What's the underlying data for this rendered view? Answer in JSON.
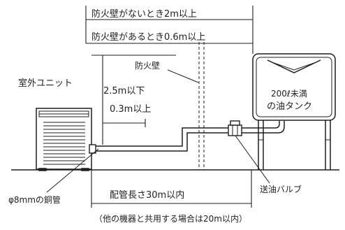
{
  "labels": {
    "firewall_absent": "防火壁がないとき2m以上",
    "firewall_present": "防火壁があるとき0.6m以上",
    "outdoor_unit": "室外ユニット",
    "firewall": "防火壁",
    "height_limit": "2.5m以下",
    "tank_distance": "0.3m以上",
    "tank_line1": "200ℓ未満",
    "tank_line2": "の油タンク",
    "pipe_spec": "φ8mmの銅管",
    "pipe_length": "配管長さ30m以内",
    "oil_valve": "送油バルブ",
    "footnote": "（他の機器と共用する場合は20m以内）"
  }
}
